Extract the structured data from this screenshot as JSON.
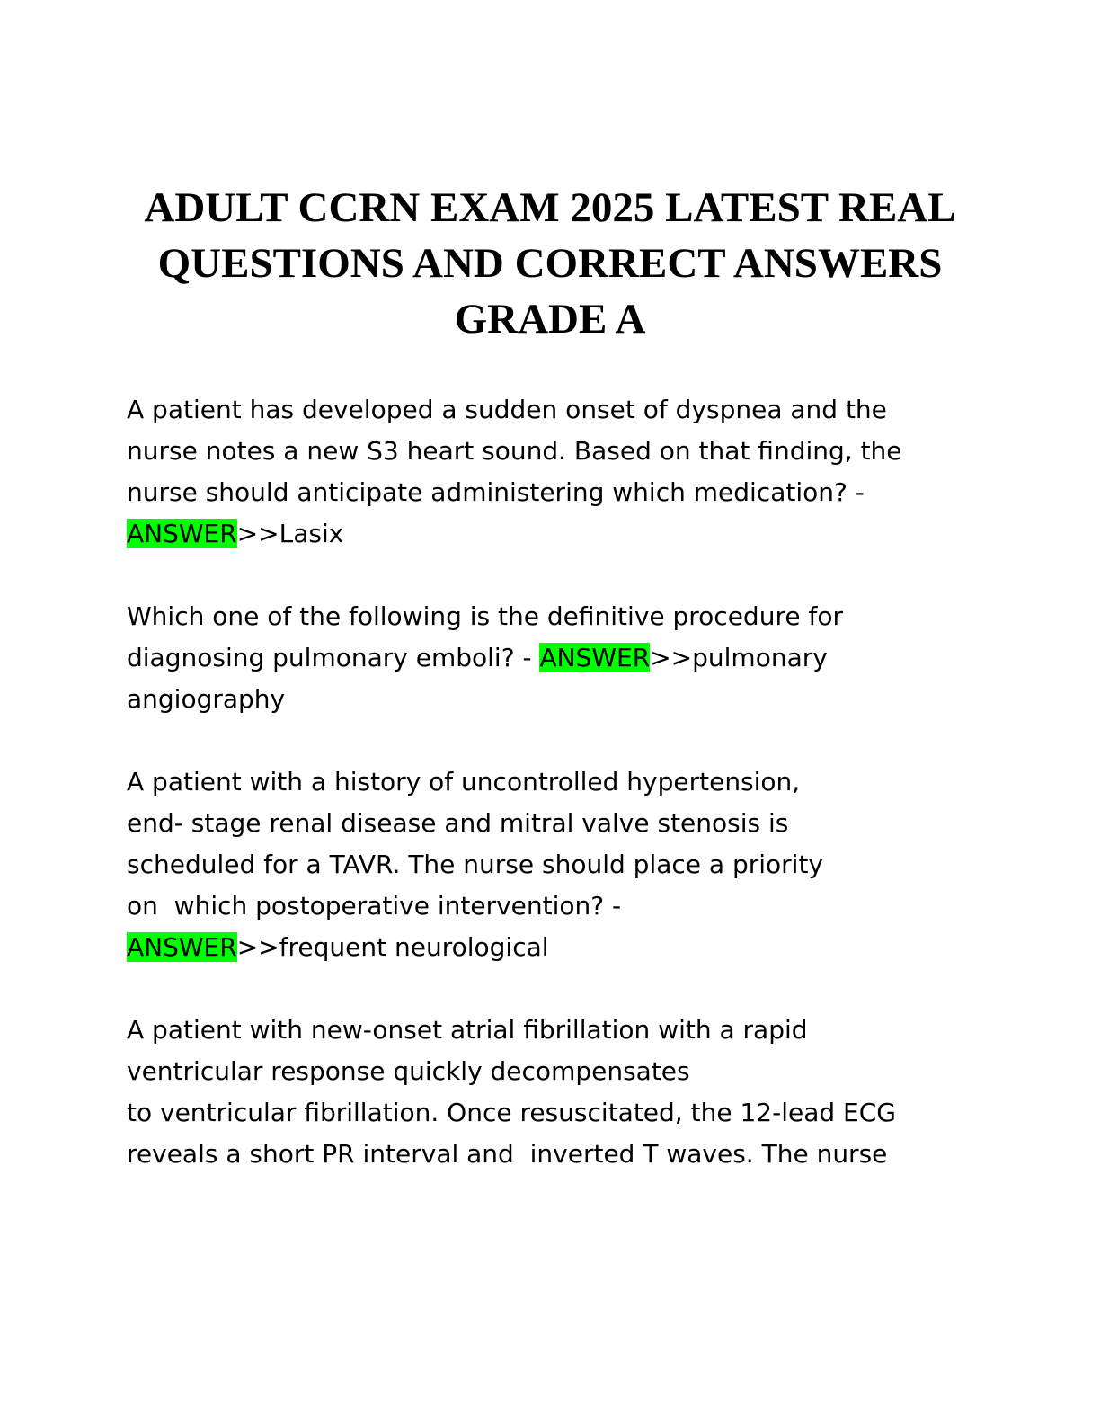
{
  "document": {
    "title_lines": [
      "ADULT CCRN EXAM 2025 LATEST REAL",
      "QUESTIONS AND CORRECT ANSWERS",
      "GRADE A"
    ],
    "answer_marker": "ANSWER",
    "questions": [
      {
        "lines": [
          "A patient has developed a sudden onset of dyspnea and the",
          "nurse notes a new S3 heart sound. Based  on that finding, the",
          "nurse should anticipate administering which medication? -"
        ],
        "answer_prefix": "",
        "answer_suffix": ">>Lasix"
      },
      {
        "lines": [
          "Which one of the following is the definitive procedure for"
        ],
        "answer_prefix": "diagnosing pulmonary emboli? - ",
        "answer_suffix": ">>pulmonary",
        "after_lines": [
          "angiography"
        ]
      },
      {
        "lines": [
          "A patient with a history of uncontrolled hypertension,",
          "end- stage renal disease and mitral valve stenosis is",
          "scheduled for a TAVR. The nurse should place a priority",
          "on  which postoperative intervention? -"
        ],
        "answer_prefix": "",
        "answer_suffix": ">>frequent neurological"
      },
      {
        "lines": [
          "A patient with new-onset atrial fibrillation with a rapid",
          "ventricular response quickly decompensates",
          "to ventricular fibrillation. Once resuscitated, the 12-lead ECG",
          "reveals a short PR interval and  inverted T waves. The nurse"
        ]
      }
    ],
    "colors": {
      "answer_highlight": "#00ff00",
      "text": "#000000",
      "background": "#ffffff"
    }
  }
}
